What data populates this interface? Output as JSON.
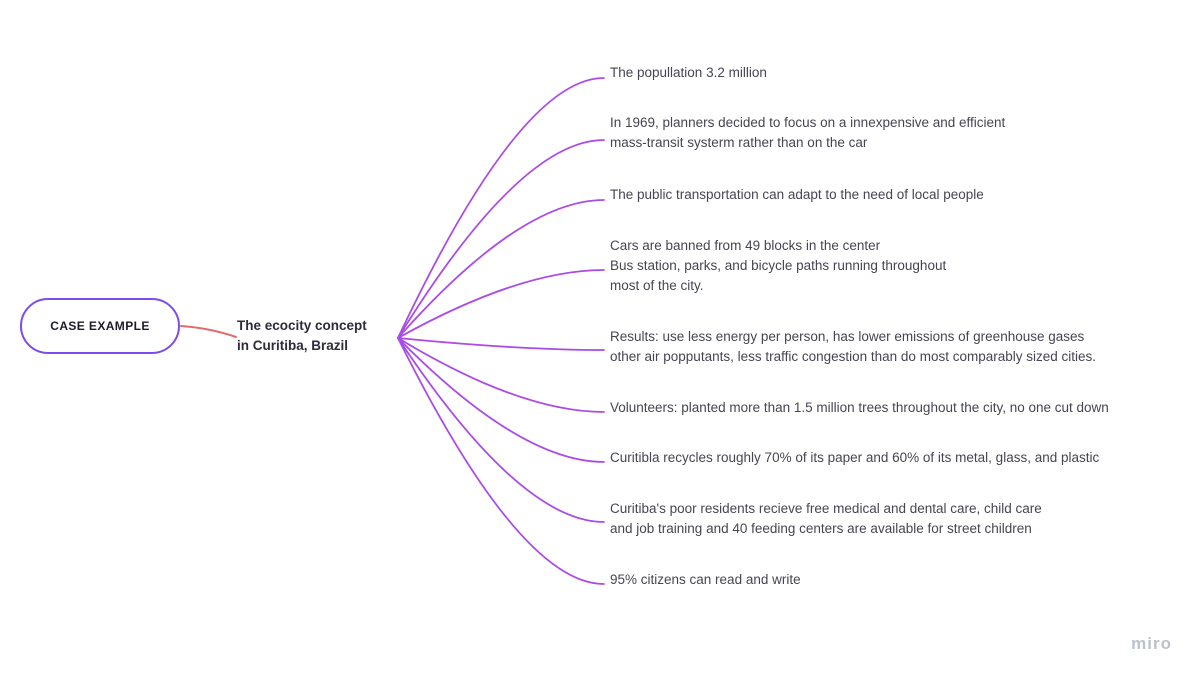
{
  "root": {
    "label": "CASE EXAMPLE"
  },
  "topic": {
    "label": "The ecocity concept\nin Curitiba, Brazil"
  },
  "branches": [
    {
      "text": "The popullation 3.2 million"
    },
    {
      "text": "In 1969, planners decided to focus on a innexpensive and efficient\nmass-transit systerm rather than on the car"
    },
    {
      "text": "The public transportation can adapt to the need of local people"
    },
    {
      "text": "Cars are banned from 49 blocks in the center\nBus station, parks, and bicycle paths running throughout\nmost of the city."
    },
    {
      "text": "Results: use less energy per person, has lower emissions of greenhouse gases\nother air popputants, less traffic congestion than do most comparably sized cities."
    },
    {
      "text": "Volunteers: planted more than 1.5 million trees throughout the city, no one cut down"
    },
    {
      "text": "Curitibla recycles roughly 70% of its paper and 60% of its metal, glass, and plastic"
    },
    {
      "text": "Curitiba's poor residents recieve free medical and dental care, child care\nand job training and 40 feeding centers are available for street children"
    },
    {
      "text": "95% citizens can read and write"
    }
  ],
  "watermark": "miro",
  "colors": {
    "branch": "#aa4be5",
    "connector": "#e36a6a",
    "root_border": "#7d4de8"
  }
}
